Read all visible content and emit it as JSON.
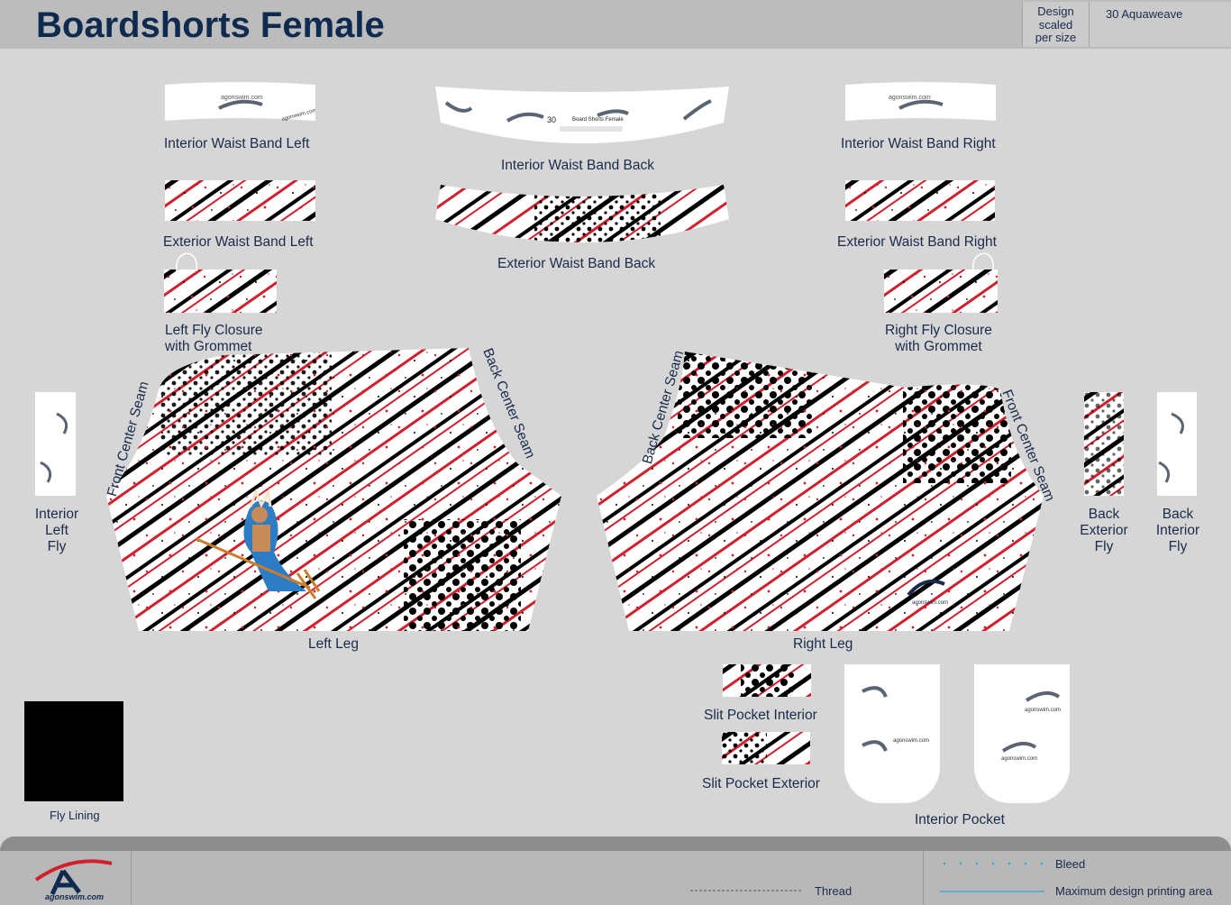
{
  "header": {
    "title": "Boardshorts Female",
    "design_note_lines": [
      "Design",
      "scaled",
      "per size"
    ],
    "fabric": "30 Aquaweave"
  },
  "pieces": {
    "interior_waist_band_left": "Interior Waist Band Left",
    "interior_waist_band_back": "Interior Waist Band Back",
    "interior_waist_band_right": "Interior Waist Band Right",
    "exterior_waist_band_left": "Exterior Waist Band Left",
    "exterior_waist_band_back": "Exterior Waist Band Back",
    "exterior_waist_band_right": "Exterior Waist Band Right",
    "left_fly_closure": [
      "Left Fly Closure",
      "with Grommet"
    ],
    "right_fly_closure": [
      "Right Fly Closure",
      "with Grommet"
    ],
    "interior_left_fly": [
      "Interior",
      "Left",
      "Fly"
    ],
    "back_exterior_fly": [
      "Back",
      "Exterior",
      "Fly"
    ],
    "back_interior_fly": [
      "Back",
      "Interior",
      "Fly"
    ],
    "left_leg": "Left Leg",
    "right_leg": "Right Leg",
    "front_center_seam": "Front Center Seam",
    "back_center_seam": "Back Center Seam",
    "slit_pocket_interior": "Slit Pocket Interior",
    "slit_pocket_exterior": "Slit Pocket Exterior",
    "interior_pocket": "Interior Pocket",
    "fly_lining": "Fly Lining"
  },
  "band_back_text": {
    "size": "30",
    "name": "Board Shorts Female"
  },
  "brand": {
    "site": "agonswim.com",
    "mirrored_site": "agonswim.com"
  },
  "legend": {
    "thread": "Thread",
    "bleed": "Bleed",
    "max_area": "Maximum design printing area"
  },
  "colors": {
    "navy": "#0f2a4f",
    "red": "#d0202e",
    "black": "#000000",
    "bleed_blue": "#2aa7e0"
  }
}
